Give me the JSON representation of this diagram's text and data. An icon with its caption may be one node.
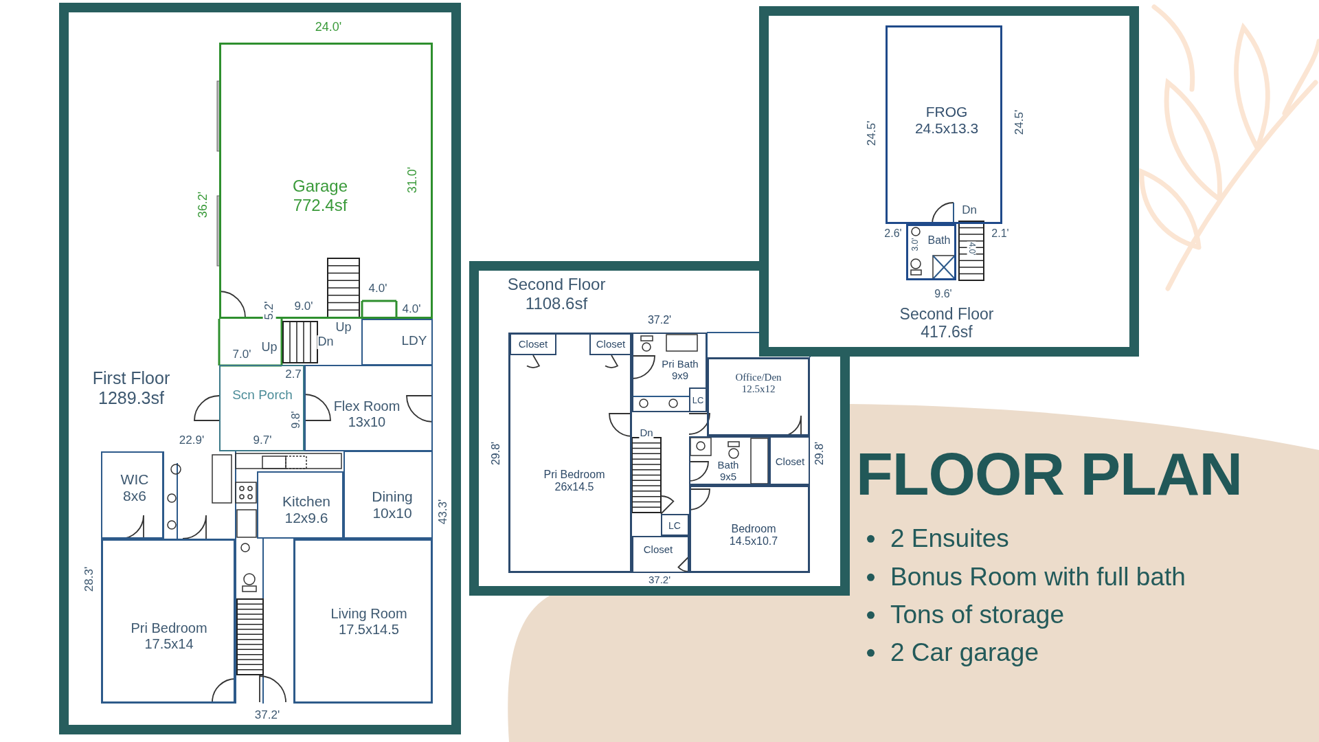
{
  "diagram": {
    "title": "FLOOR PLAN",
    "nodes": [
      {
        "text": [
          "First Floor 1289.3sf"
        ]
      },
      {
        "text": [
          "Garage 772.4sf"
        ],
        "in": 0
      },
      {
        "text": [
          "Scn Porch"
        ],
        "in": 0
      },
      {
        "text": [
          "Flex Room 13x10"
        ],
        "in": 0
      },
      {
        "text": [
          "WIC 8x6"
        ],
        "in": 0
      },
      {
        "text": [
          "Kitchen 12x9.6"
        ],
        "in": 0
      },
      {
        "text": [
          "Dining 10x10"
        ],
        "in": 0
      },
      {
        "text": [
          "Pri Bedroom 17.5x14"
        ],
        "in": 0
      },
      {
        "text": [
          "Living Room 17.5x14.5"
        ],
        "in": 0
      },
      {
        "text": [
          "LDY"
        ],
        "in": 0
      },
      {
        "text": [
          "Second Floor 1108.6sf"
        ]
      },
      {
        "text": [
          "Pri Bedroom 26x14.5"
        ],
        "in": 10
      },
      {
        "text": [
          "Closet"
        ],
        "in": 11
      },
      {
        "text": [
          "Closet"
        ],
        "in": 11
      },
      {
        "text": [
          "Pri Bath 9x9"
        ],
        "in": 10
      },
      {
        "text": [
          "LC"
        ],
        "in": 14
      },
      {
        "text": [
          "Office/Den 12.5x12"
        ],
        "in": 10
      },
      {
        "text": [
          "Bath 9x5"
        ],
        "in": 10
      },
      {
        "text": [
          "Closet"
        ],
        "in": 10
      },
      {
        "text": [
          "LC"
        ],
        "in": 10
      },
      {
        "text": [
          "Closet"
        ],
        "in": 10
      },
      {
        "text": [
          "Bedroom 14.5x10.7"
        ],
        "in": 10
      },
      {
        "text": [
          "Second Floor 417.6sf"
        ]
      },
      {
        "text": [
          "FROG 24.5x13.3"
        ],
        "in": 22
      },
      {
        "text": [
          "Bath"
        ],
        "in": 22
      }
    ],
    "labels": [
      "24.0'",
      "36.2'",
      "31.0'",
      "4.0'",
      "5.2'",
      "9.0'",
      "4.0'",
      "Up",
      "Up",
      "Dn",
      "7.0'",
      "2.7",
      "9.8'",
      "22.9'",
      "9.7'",
      "43.3'",
      "28.3'",
      "37.2'",
      "37.2'",
      "29.8'",
      "29.8'",
      "Dn",
      "37.2'",
      "24.5'",
      "24.5'",
      "Dn",
      "2.6'",
      "2.1'",
      "3.0'",
      "4.0'",
      "9.6'",
      "2 Ensuites",
      "Bonus Room with full bath",
      "Tons of storage",
      "2 Car garage"
    ]
  }
}
